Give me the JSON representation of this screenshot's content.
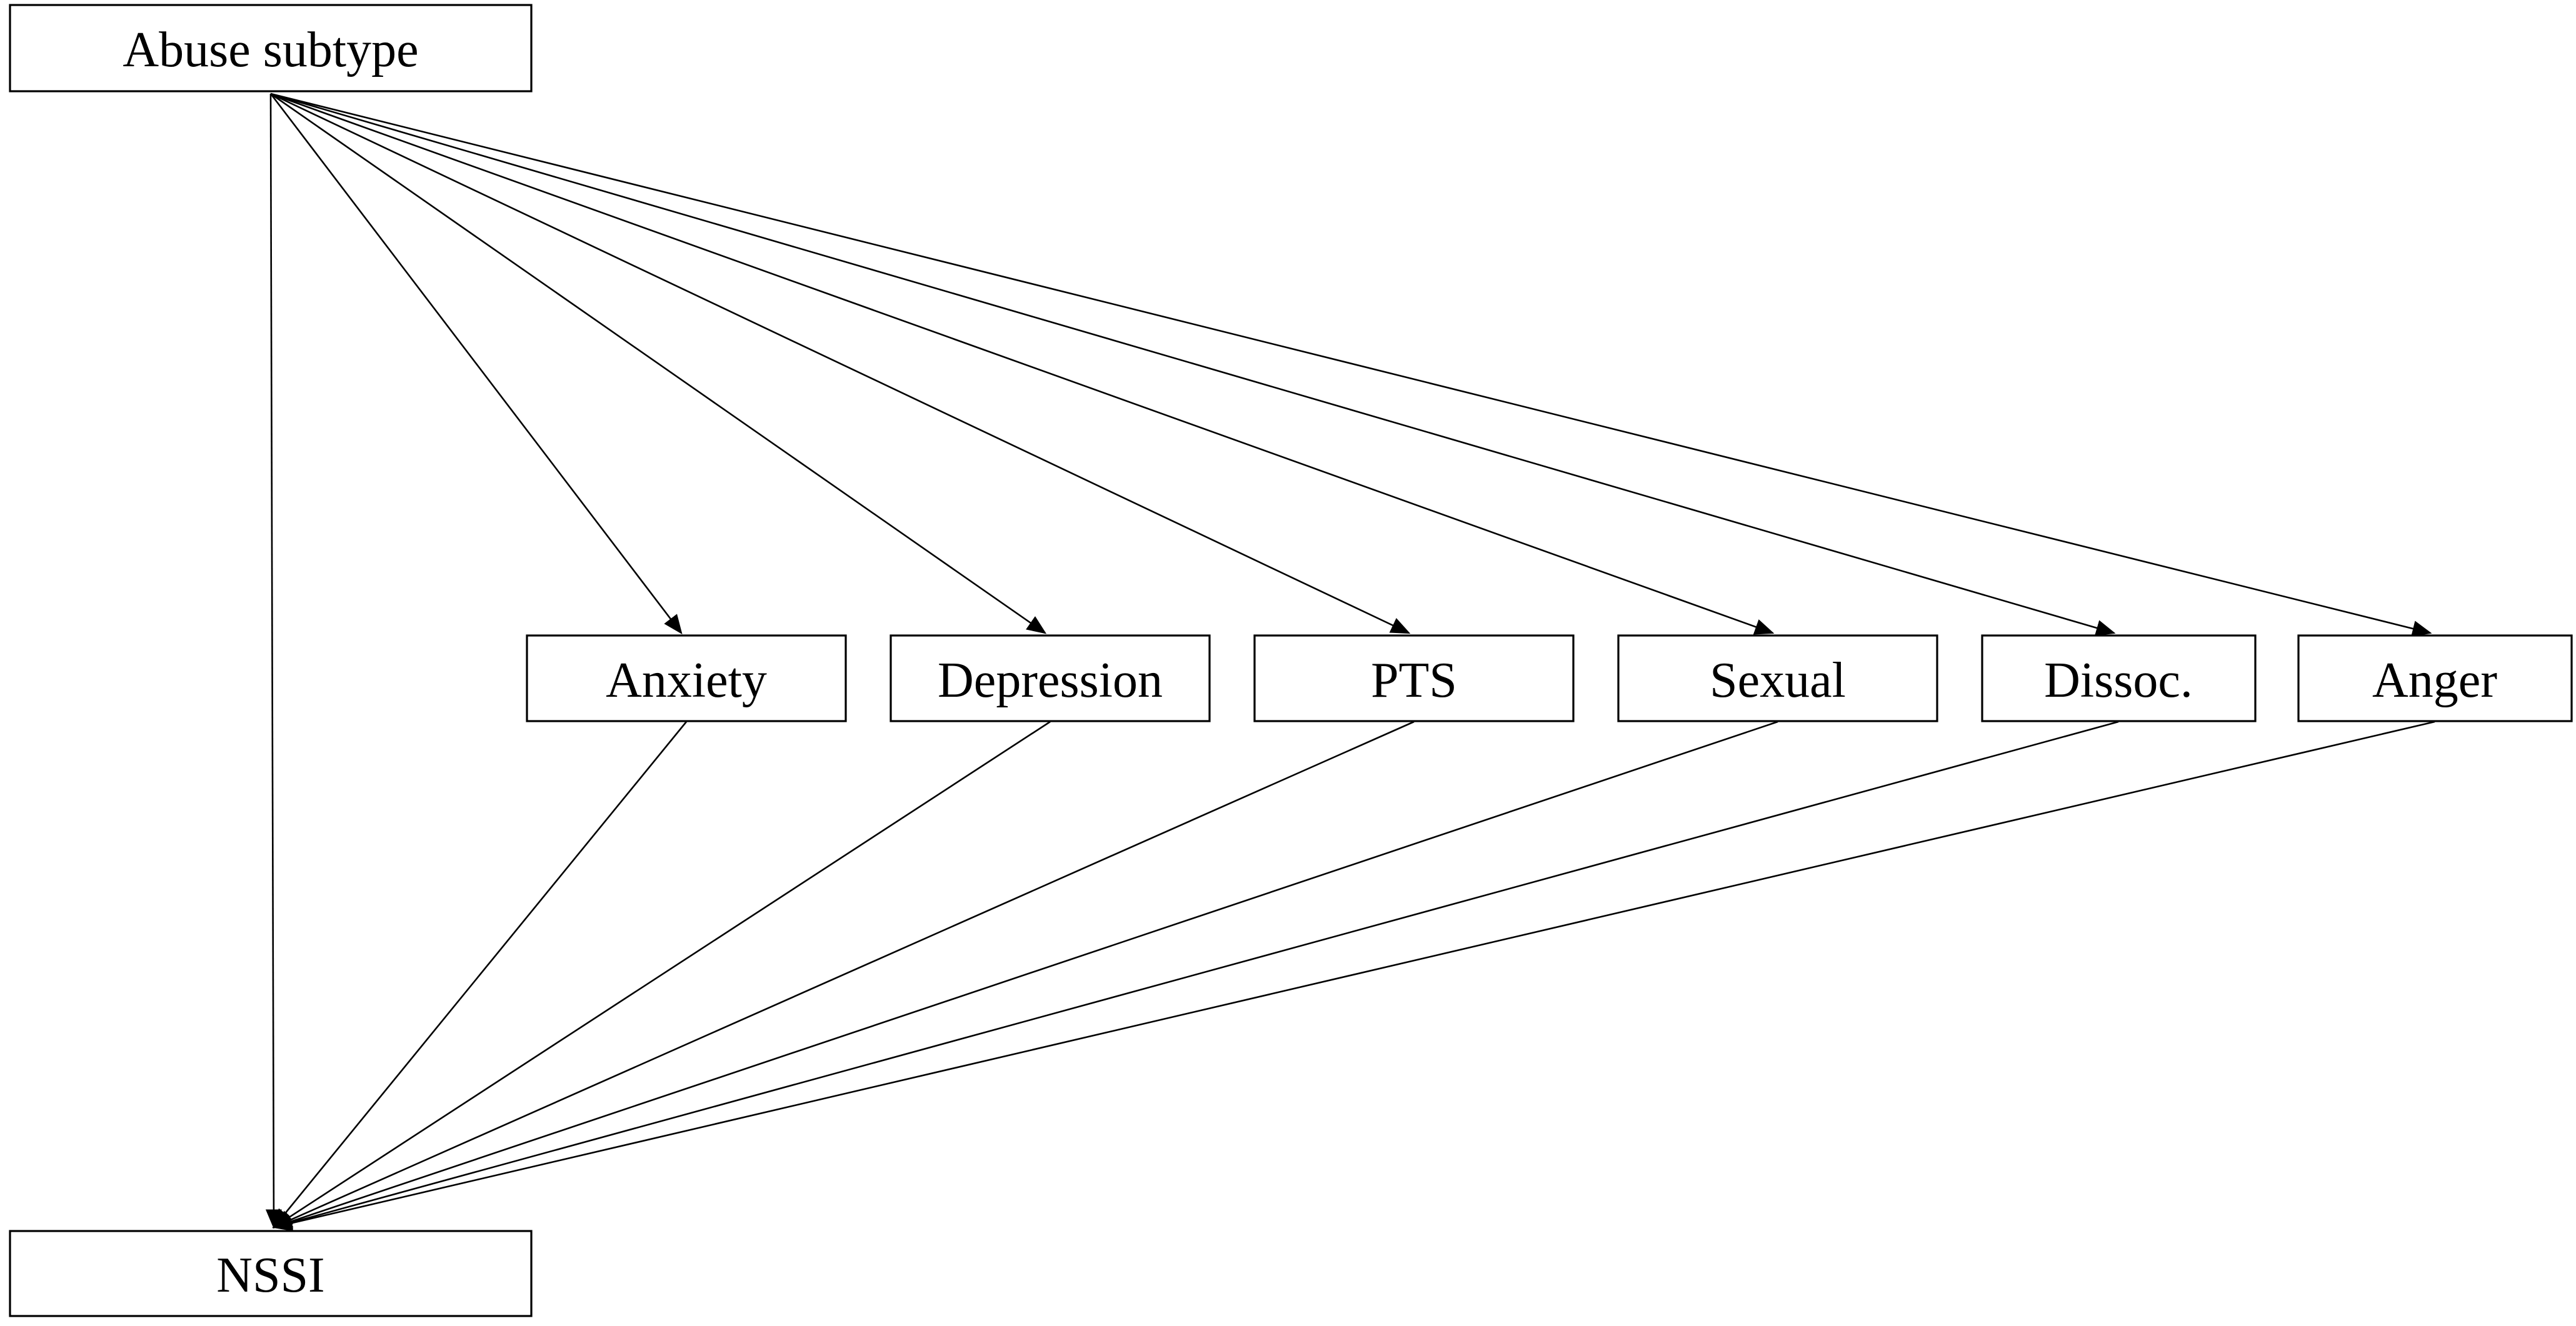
{
  "nodes": {
    "source": {
      "label": "Abuse subtype"
    },
    "mediators": [
      {
        "label": "Anxiety"
      },
      {
        "label": "Depression"
      },
      {
        "label": "PTS"
      },
      {
        "label": "Sexual"
      },
      {
        "label": "Dissoc."
      },
      {
        "label": "Anger"
      }
    ],
    "outcome": {
      "label": "NSSI"
    }
  },
  "colors": {
    "stroke": "#000000",
    "fill": "#ffffff"
  }
}
